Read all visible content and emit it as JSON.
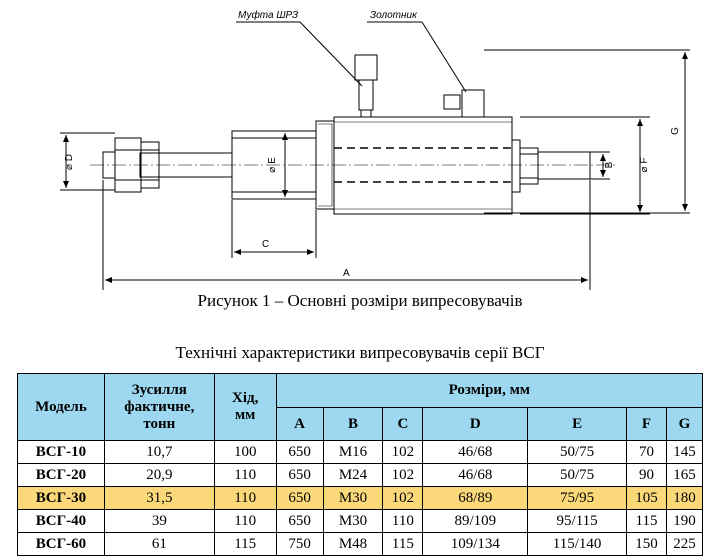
{
  "figure": {
    "callouts": {
      "coupling": "Муфта ШРЗ",
      "valve": "Золотник"
    },
    "dims": {
      "A": "A",
      "B": "B",
      "C": "C",
      "D": "⌀ D",
      "E": "⌀ E",
      "F": "⌀ F",
      "G": "G"
    },
    "caption": "Рисунок 1 – Основні розміри випресовувачів"
  },
  "table": {
    "title": "Технічні характеристики випресовувачів серії ВСГ",
    "headers": {
      "model": "Модель",
      "force_line1": "Зусилля",
      "force_line2": "фактичне,",
      "force_line3": "тонн",
      "stroke_line1": "Хід,",
      "stroke_line2": "мм",
      "dimensions": "Розміри, мм",
      "cols": [
        "A",
        "B",
        "C",
        "D",
        "E",
        "F",
        "G"
      ]
    },
    "rows": [
      {
        "model": "ВСГ-10",
        "force": "10,7",
        "stroke": "100",
        "A": "650",
        "B": "M16",
        "C": "102",
        "D": "46/68",
        "E": "50/75",
        "F": "70",
        "G": "145"
      },
      {
        "model": "ВСГ-20",
        "force": "20,9",
        "stroke": "110",
        "A": "650",
        "B": "M24",
        "C": "102",
        "D": "46/68",
        "E": "50/75",
        "F": "90",
        "G": "165"
      },
      {
        "model": "ВСГ-30",
        "force": "31,5",
        "stroke": "110",
        "A": "650",
        "B": "M30",
        "C": "102",
        "D": "68/89",
        "E": "75/95",
        "F": "105",
        "G": "180"
      },
      {
        "model": "ВСГ-40",
        "force": "39",
        "stroke": "110",
        "A": "650",
        "B": "M30",
        "C": "110",
        "D": "89/109",
        "E": "95/115",
        "F": "115",
        "G": "190"
      },
      {
        "model": "ВСГ-60",
        "force": "61",
        "stroke": "115",
        "A": "750",
        "B": "M48",
        "C": "115",
        "D": "109/134",
        "E": "115/140",
        "F": "150",
        "G": "225"
      }
    ],
    "highlight_color": "#fbd97a",
    "header_color": "#9dd8f0"
  }
}
